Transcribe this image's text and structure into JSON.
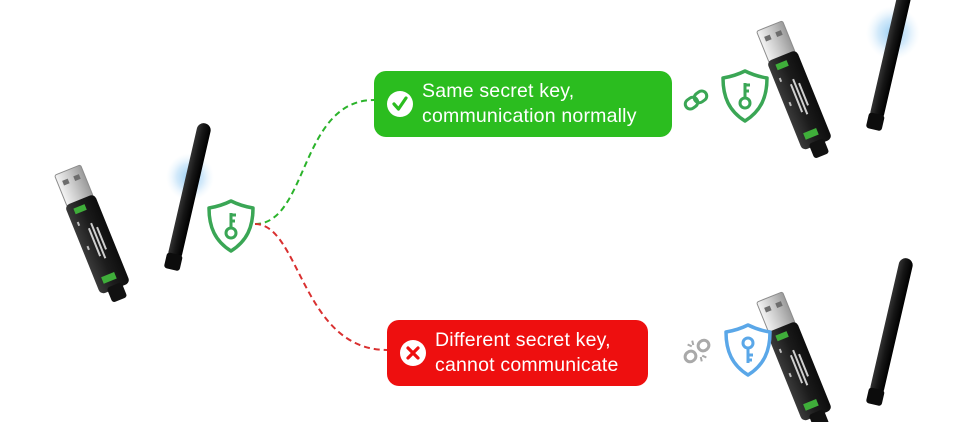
{
  "success": {
    "line1": "Same secret key,",
    "line2": "communication normally",
    "color": "#2bbd1f",
    "icon": "check-circle-icon"
  },
  "failure": {
    "line1": "Different secret key,",
    "line2": "cannot communicate",
    "color": "#ee0f0f",
    "icon": "x-circle-icon"
  },
  "devices": {
    "sender": {
      "icons": [
        "usb-dongle-icon",
        "antenna-icon",
        "wireless-signal-icon",
        "green-key-shield-icon"
      ]
    },
    "receiver_ok": {
      "icons": [
        "usb-dongle-icon",
        "antenna-icon",
        "wireless-signal-icon",
        "green-key-shield-icon",
        "link-chain-icon"
      ]
    },
    "receiver_bad": {
      "icons": [
        "usb-dongle-icon",
        "antenna-icon",
        "blue-key-shield-icon",
        "broken-link-icon"
      ]
    }
  },
  "colors": {
    "green_path": "#2bb32b",
    "red_path": "#d93030",
    "green_shield": "#3aa655",
    "blue_shield": "#5aa7e8"
  }
}
